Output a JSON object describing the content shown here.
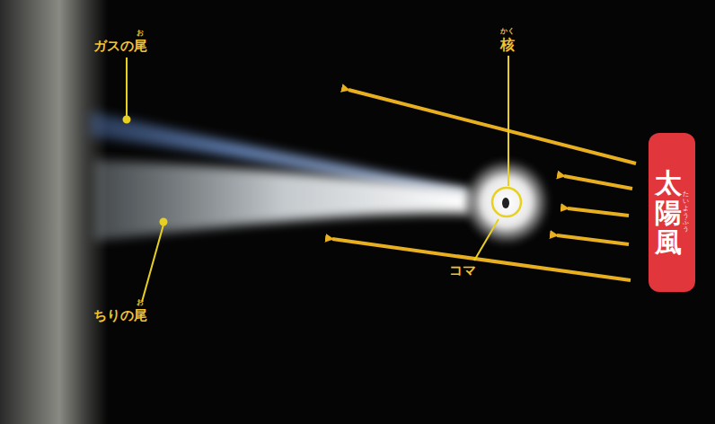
{
  "diagram": {
    "nodes": [
      {
        "text": [
          "太陽風",
          "たいようふう"
        ]
      }
    ],
    "labels": [
      "ガスの尾",
      "お",
      "核",
      "かく",
      "コマ",
      "ちりの尾",
      "お"
    ]
  }
}
